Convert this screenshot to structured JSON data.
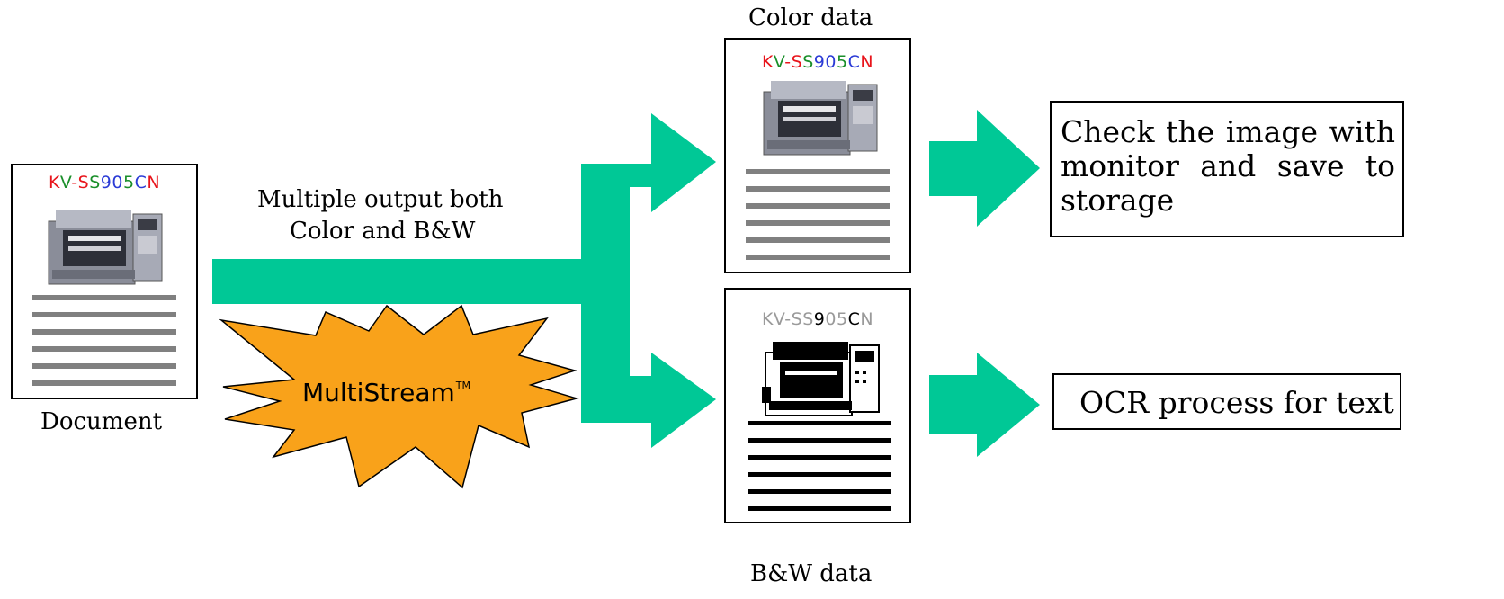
{
  "document": {
    "model_parts": [
      {
        "text": "K",
        "color": "#e8141b"
      },
      {
        "text": "V",
        "color": "#1a8f2a"
      },
      {
        "text": "-",
        "color": "#e8141b"
      },
      {
        "text": "S",
        "color": "#e8141b"
      },
      {
        "text": "S",
        "color": "#1a8f2a"
      },
      {
        "text": "9",
        "color": "#2b3bd6"
      },
      {
        "text": "0",
        "color": "#2b3bd6"
      },
      {
        "text": "5",
        "color": "#1a8f2a"
      },
      {
        "text": "C",
        "color": "#2b3bd6"
      },
      {
        "text": "N",
        "color": "#e8141b"
      }
    ],
    "label": "Document"
  },
  "flow": {
    "caption_line1": "Multiple output both",
    "caption_line2": "Color and B&W",
    "arrow_color": "#00c896"
  },
  "multistream": {
    "label": "MultiStream",
    "tm": "TM",
    "fill": "#f9a21a"
  },
  "color_output": {
    "title": "Color data",
    "model_parts": [
      {
        "text": "K",
        "color": "#e8141b"
      },
      {
        "text": "V",
        "color": "#1a8f2a"
      },
      {
        "text": "-",
        "color": "#e8141b"
      },
      {
        "text": "S",
        "color": "#e8141b"
      },
      {
        "text": "S",
        "color": "#1a8f2a"
      },
      {
        "text": "9",
        "color": "#2b3bd6"
      },
      {
        "text": "0",
        "color": "#2b3bd6"
      },
      {
        "text": "5",
        "color": "#1a8f2a"
      },
      {
        "text": "C",
        "color": "#2b3bd6"
      },
      {
        "text": "N",
        "color": "#e8141b"
      }
    ],
    "result_text": "Check the image with monitor and save to storage"
  },
  "bw_output": {
    "title": "B&W data",
    "model_parts": [
      {
        "text": "K",
        "color": "#9a9a9a"
      },
      {
        "text": "V",
        "color": "#9a9a9a"
      },
      {
        "text": "-",
        "color": "#9a9a9a"
      },
      {
        "text": "S",
        "color": "#9a9a9a"
      },
      {
        "text": "S",
        "color": "#9a9a9a"
      },
      {
        "text": "9",
        "color": "#000000"
      },
      {
        "text": "0",
        "color": "#9a9a9a"
      },
      {
        "text": "5",
        "color": "#9a9a9a"
      },
      {
        "text": "C",
        "color": "#000000"
      },
      {
        "text": "N",
        "color": "#9a9a9a"
      }
    ],
    "result_text": "OCR process for text"
  }
}
